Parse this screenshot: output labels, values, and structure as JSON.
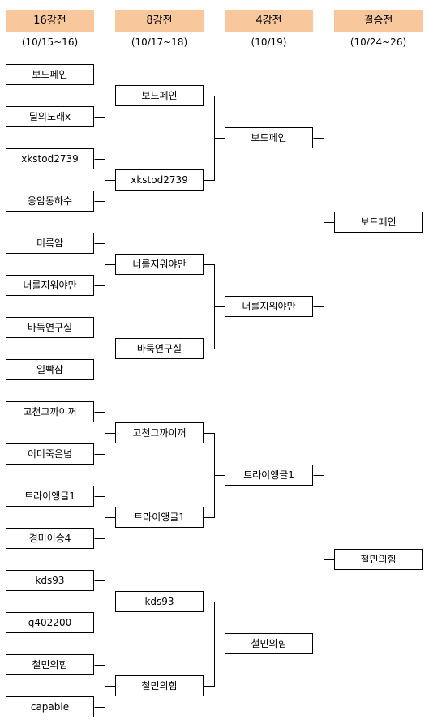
{
  "rounds": [
    {
      "title": "16강전",
      "date": "(10/15~16)"
    },
    {
      "title": "8강전",
      "date": "(10/17~18)"
    },
    {
      "title": "4강전",
      "date": "(10/19)"
    },
    {
      "title": "결승전",
      "date": "(10/24~26)"
    }
  ],
  "r16": [
    "보드페인",
    "딜의노래x",
    "xkstod2739",
    "응암동하수",
    "미륵암",
    "너를지워야만",
    "바둑연구실",
    "일빡삼",
    "고천그까이꺼",
    "이미죽은넘",
    "트라이앵글1",
    "경미이승4",
    "kds93",
    "q402200",
    "철민의힘",
    "capable"
  ],
  "qf": [
    "보드페인",
    "xkstod2739",
    "너를지워야만",
    "바둑연구실",
    "고천그까이꺼",
    "트라이앵글1",
    "kds93",
    "철민의힘"
  ],
  "sf": [
    "보드페인",
    "너를지워야만",
    "트라이앵글1",
    "철민의힘"
  ],
  "final": [
    "보드페인",
    "철민의힘"
  ]
}
